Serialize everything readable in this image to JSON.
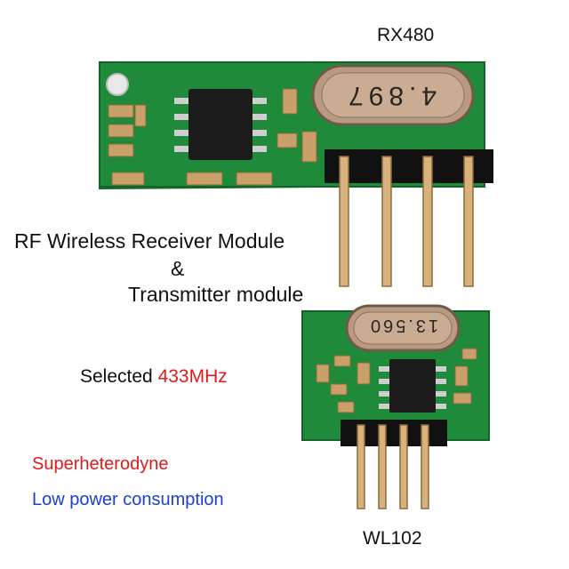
{
  "modules": {
    "receiver": {
      "label": "RX480",
      "crystal_marking": "4.897"
    },
    "transmitter": {
      "label": "WL102",
      "crystal_marking": "13.560"
    }
  },
  "headline": {
    "line1": "RF Wireless Receiver Module",
    "ampersand": "&",
    "line2": "Transmitter module"
  },
  "features": {
    "selected_prefix": "Selected ",
    "frequency": "433MHz",
    "superheterodyne": "Superheterodyne",
    "low_power": "Low power consumption"
  },
  "colors": {
    "pcb_green": "#1f8a3a",
    "accent_red": "#e01b1b",
    "accent_blue": "#1a3fd6"
  }
}
